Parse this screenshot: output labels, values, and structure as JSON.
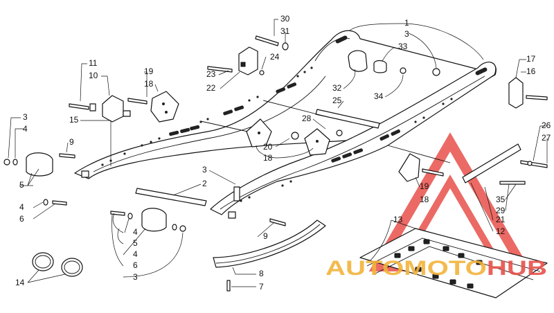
{
  "diagram": {
    "labels": [
      {
        "id": "c30",
        "text": "30"
      },
      {
        "id": "c31",
        "text": "31"
      },
      {
        "id": "c1",
        "text": "1"
      },
      {
        "id": "c3a",
        "text": "3"
      },
      {
        "id": "c33",
        "text": "33"
      },
      {
        "id": "c24",
        "text": "24"
      },
      {
        "id": "c23",
        "text": "23"
      },
      {
        "id": "c22",
        "text": "22"
      },
      {
        "id": "c32",
        "text": "32"
      },
      {
        "id": "c25",
        "text": "25"
      },
      {
        "id": "c34",
        "text": "34"
      },
      {
        "id": "c17",
        "text": "17"
      },
      {
        "id": "c16",
        "text": "16"
      },
      {
        "id": "c11",
        "text": "11"
      },
      {
        "id": "c10",
        "text": "10"
      },
      {
        "id": "c19a",
        "text": "19"
      },
      {
        "id": "c18a",
        "text": "18"
      },
      {
        "id": "c15",
        "text": "15"
      },
      {
        "id": "c3b",
        "text": "3"
      },
      {
        "id": "c4a",
        "text": "4"
      },
      {
        "id": "c9a",
        "text": "9"
      },
      {
        "id": "c28",
        "text": "28"
      },
      {
        "id": "c20",
        "text": "20"
      },
      {
        "id": "c18b",
        "text": "18"
      },
      {
        "id": "c26",
        "text": "26"
      },
      {
        "id": "c27",
        "text": "27"
      },
      {
        "id": "c5a",
        "text": "5"
      },
      {
        "id": "c3c",
        "text": "3"
      },
      {
        "id": "c2",
        "text": "2"
      },
      {
        "id": "c19b",
        "text": "19"
      },
      {
        "id": "c18c",
        "text": "18"
      },
      {
        "id": "c35",
        "text": "35"
      },
      {
        "id": "c29",
        "text": "29"
      },
      {
        "id": "c4b",
        "text": "4"
      },
      {
        "id": "c6a",
        "text": "6"
      },
      {
        "id": "c4c",
        "text": "4"
      },
      {
        "id": "c5b",
        "text": "5"
      },
      {
        "id": "c4d",
        "text": "4"
      },
      {
        "id": "c6b",
        "text": "6"
      },
      {
        "id": "c3d",
        "text": "3"
      },
      {
        "id": "c9b",
        "text": "9"
      },
      {
        "id": "c13",
        "text": "13"
      },
      {
        "id": "c21",
        "text": "21"
      },
      {
        "id": "c12",
        "text": "12"
      },
      {
        "id": "c14",
        "text": "14"
      },
      {
        "id": "c8",
        "text": "8"
      },
      {
        "id": "c7",
        "text": "7"
      }
    ]
  },
  "watermark": {
    "text": "AUTOMOTOHUB",
    "colors": {
      "primary": "#e8504a",
      "secondary": "#f2b33a"
    }
  }
}
